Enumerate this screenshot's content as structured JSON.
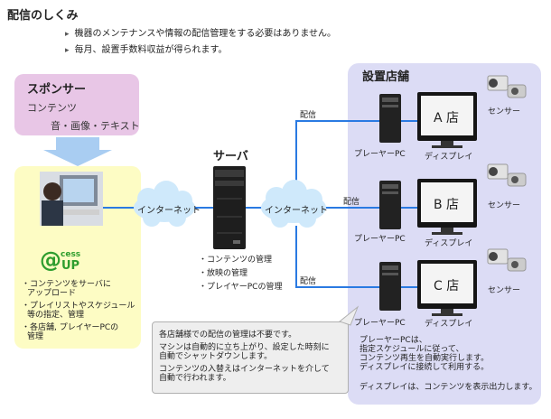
{
  "header": {
    "title": "配信のしくみ",
    "bullets": [
      "機器のメンテナンスや情報の配信管理をする必要はありません。",
      "毎月、設置手数料収益が得られます。"
    ]
  },
  "sponsor": {
    "title": "スポンサー",
    "content": "コンテンツ",
    "media": "音・画像・テキスト"
  },
  "left_panel": {
    "logo_text": "@ccess UP",
    "items": [
      [
        "・コンテンツをサーバに",
        "アップロード"
      ],
      [
        "・プレイリストやスケジュール",
        "等の指定、管理"
      ],
      [
        "・各店舗, プレイヤーPCの",
        "管理"
      ]
    ]
  },
  "network": {
    "internet_left": "インターネット",
    "internet_right": "インターネット",
    "server_title": "サーバ",
    "server_notes": [
      "・コンテンツの管理",
      "・放映の管理",
      "・プレイヤーPCの管理"
    ],
    "delivery_label": "配信"
  },
  "stores": {
    "title": "設置店舗",
    "rows": [
      {
        "name": "A 店",
        "pc_label": "プレーヤーPC",
        "display_label": "ディスプレイ",
        "sensor_label": "センサー"
      },
      {
        "name": "B 店",
        "pc_label": "プレーヤーPC",
        "display_label": "ディスプレイ",
        "sensor_label": "センサー"
      },
      {
        "name": "C 店",
        "pc_label": "プレーヤーPC",
        "display_label": "ディスプレイ",
        "sensor_label": "センサー"
      }
    ]
  },
  "callout": {
    "lines": [
      "各店舗様での配信の管理は不要です。",
      "マシンは自動的に立ち上がり、設定した時刻に",
      "自動でシャットダウンします。",
      "コンテンツの入替えはインターネットを介して",
      "自動で行われます。"
    ]
  },
  "store_notes": {
    "lines": [
      "プレーヤーPCは、",
      "指定スケジュールに従って、",
      "コンテンツ再生を自動実行します。",
      "ディスプレイに接続して利用する。",
      "ディスプレイは、コンテンツを表示出力します。"
    ]
  },
  "colors": {
    "line": "#2277dd",
    "cloud": "#cfe9fb",
    "sponsor_bg": "#e8c6e6",
    "left_bg": "#fdfcc4",
    "store_bg": "#dcdcf5"
  }
}
